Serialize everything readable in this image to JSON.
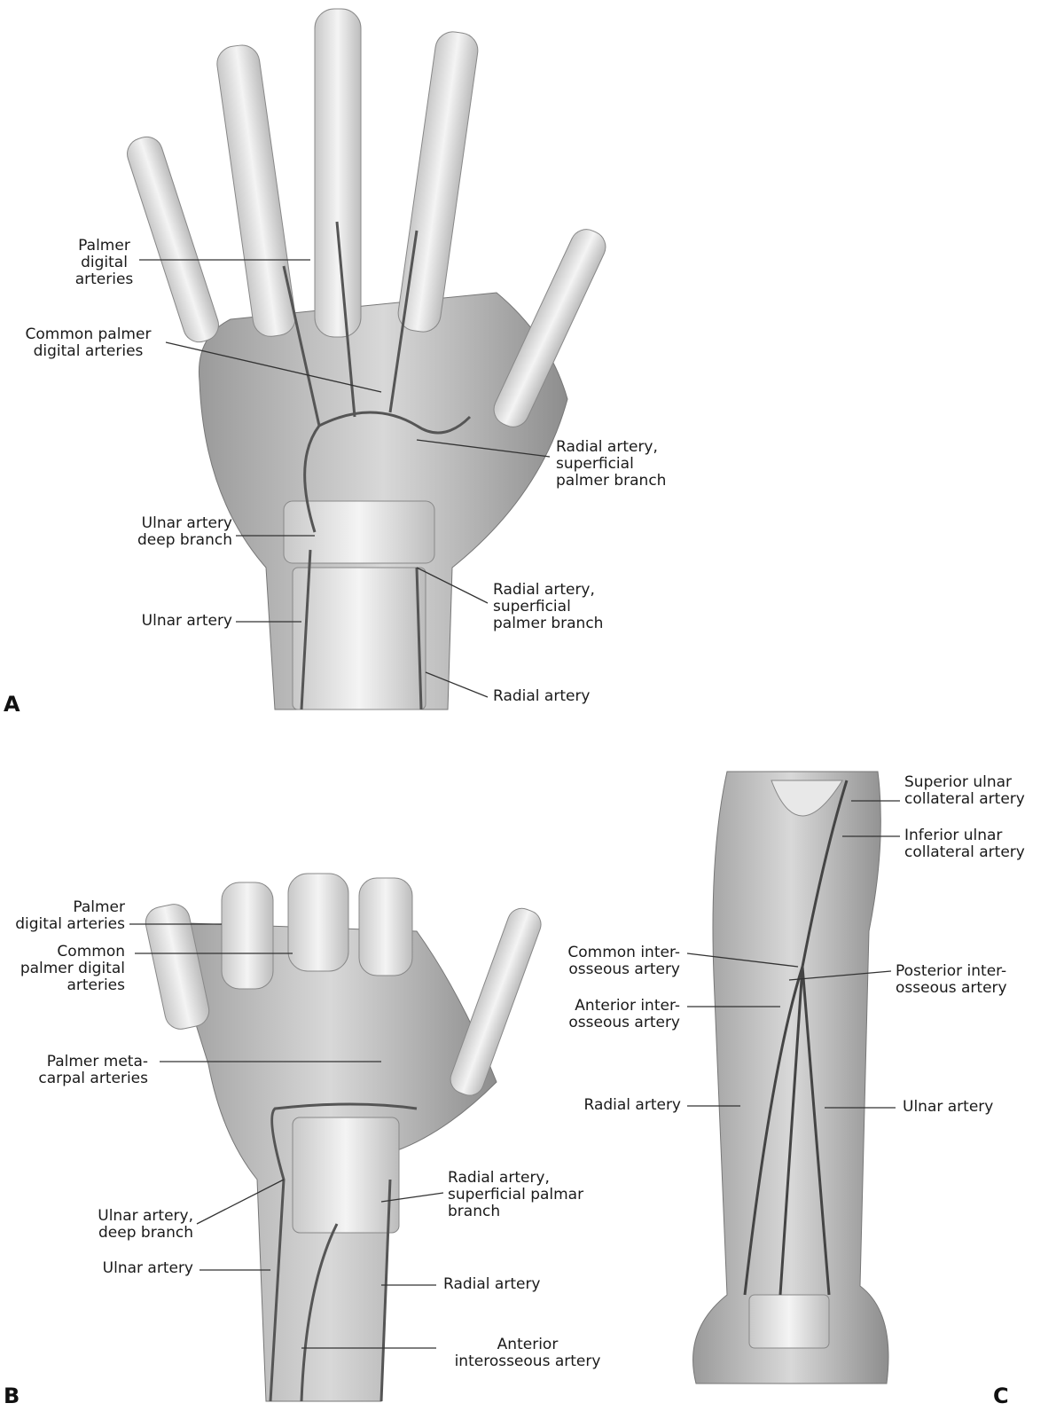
{
  "panels": {
    "a": "A",
    "b": "B",
    "c": "C"
  },
  "panel_a": {
    "palmer_digital": "Palmer\ndigital\narteries",
    "common_palmer_digital": "Common palmer\ndigital arteries",
    "radial_superficial_upper": "Radial artery,\nsuperficial\npalmer branch",
    "ulnar_deep": "Ulnar artery\ndeep branch",
    "ulnar": "Ulnar artery",
    "radial_superficial_lower": "Radial artery,\nsuperficial\npalmer branch",
    "radial": "Radial artery"
  },
  "panel_b": {
    "palmer_digital": "Palmer\ndigital arteries",
    "common_palmer_digital": "Common\npalmer digital\narteries",
    "palmer_metacarpal": "Palmer meta-\ncarpal arteries",
    "radial_superficial": "Radial artery,\nsuperficial palmar\nbranch",
    "ulnar_deep": "Ulnar artery,\ndeep branch",
    "ulnar": "Ulnar artery",
    "radial": "Radial artery",
    "anterior_interosseous": "Anterior\ninterosseous artery"
  },
  "panel_c": {
    "superior_ulnar_collateral": "Superior ulnar\ncollateral artery",
    "inferior_ulnar_collateral": "Inferior ulnar\ncollateral artery",
    "common_interosseous": "Common inter-\nosseous artery",
    "posterior_interosseous": "Posterior inter-\nosseous artery",
    "anterior_interosseous": "Anterior inter-\nosseous artery",
    "radial": "Radial artery",
    "ulnar": "Ulnar artery"
  }
}
